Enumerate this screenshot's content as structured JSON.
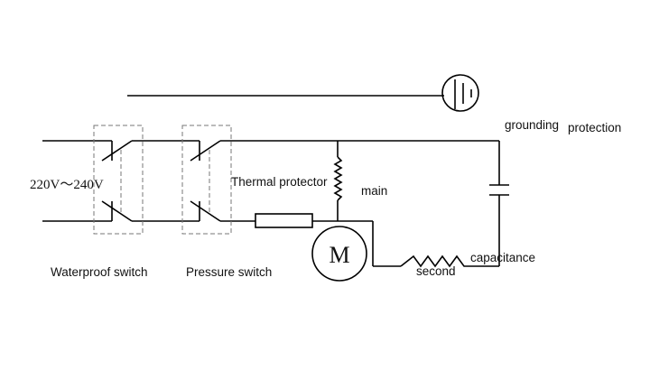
{
  "diagram": {
    "type": "electrical-schematic",
    "labels": {
      "voltage": "220V～240V",
      "thermal_protector": "Thermal protector",
      "main": "main",
      "grounding": "grounding",
      "protection": "protection",
      "capacitance": "capacitance",
      "second": "second",
      "waterproof_switch": "Waterproof switch",
      "pressure_switch": "Pressure switch",
      "motor": "M"
    },
    "components": [
      {
        "id": "waterproof-switch",
        "kind": "double-pole switch"
      },
      {
        "id": "pressure-switch",
        "kind": "double-pole switch"
      },
      {
        "id": "thermal-protector",
        "kind": "fuse/resistor"
      },
      {
        "id": "main-winding",
        "kind": "inductor"
      },
      {
        "id": "motor",
        "kind": "motor"
      },
      {
        "id": "second-winding",
        "kind": "inductor"
      },
      {
        "id": "capacitor",
        "kind": "capacitor"
      },
      {
        "id": "ground",
        "kind": "earth symbol"
      }
    ]
  }
}
